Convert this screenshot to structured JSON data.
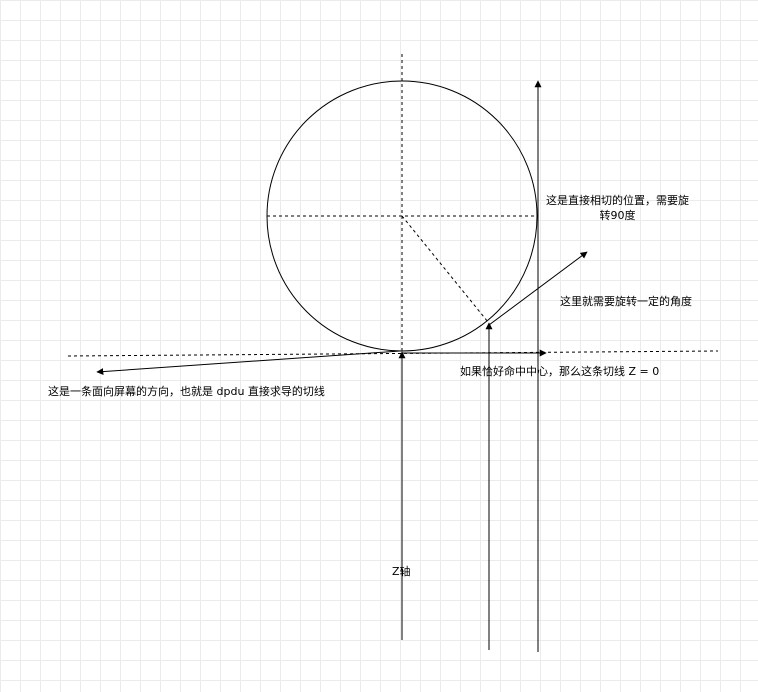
{
  "labels": {
    "tangent_direct": "这是直接相切的位置，需要旋转90度",
    "tangent_direct_line1": "这是直接相切的位置，需要旋",
    "tangent_direct_line2": "转90度",
    "rotate_angle": "这里就需要旋转一定的角度",
    "center_hit": "如果恰好命中中心，那么这条切线 Z = 0",
    "screen_direction": "这是一条面向屏幕的方向，也就是 dpdu 直接求导的切线",
    "z_axis": "Z轴"
  },
  "colors": {
    "stroke": "#000000",
    "grid": "#ebebeb",
    "background": "#ffffff"
  }
}
